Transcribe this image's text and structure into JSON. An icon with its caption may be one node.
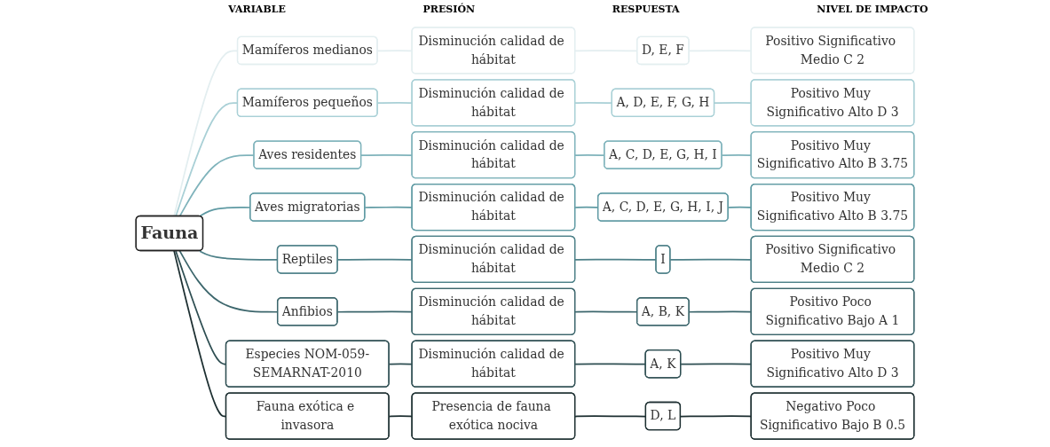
{
  "diagram": {
    "nodes": [
      {
        "text": [
          "Fauna"
        ]
      },
      {
        "text": [
          "Mamíferos medianos"
        ]
      },
      {
        "text": [
          "Disminución calidad de hábitat"
        ]
      },
      {
        "text": [
          "D, E, F"
        ]
      },
      {
        "text": [
          "Positivo Significativo Medio C 2"
        ]
      },
      {
        "text": [
          "Mamíferos pequeños"
        ]
      },
      {
        "text": [
          "Disminución calidad de hábitat"
        ]
      },
      {
        "text": [
          "A, D, E, F, G, H"
        ]
      },
      {
        "text": [
          "Positivo Muy Significativo Alto D 3"
        ]
      },
      {
        "text": [
          "Aves residentes"
        ]
      },
      {
        "text": [
          "Disminución calidad de hábitat"
        ]
      },
      {
        "text": [
          "A, C, D, E, G, H, I"
        ]
      },
      {
        "text": [
          "Positivo Muy Significativo Alto B 3.75"
        ]
      },
      {
        "text": [
          "Aves migratorias"
        ]
      },
      {
        "text": [
          "Disminución calidad de hábitat"
        ]
      },
      {
        "text": [
          "A, C, D, E, G, H, I, J"
        ]
      },
      {
        "text": [
          "Positivo Muy Significativo Alto B 3.75"
        ]
      },
      {
        "text": [
          "Reptiles"
        ]
      },
      {
        "text": [
          "Disminución calidad de hábitat"
        ]
      },
      {
        "text": [
          "I"
        ]
      },
      {
        "text": [
          "Positivo Significativo Medio C 2"
        ]
      },
      {
        "text": [
          "Anfibios"
        ]
      },
      {
        "text": [
          "Disminución calidad de hábitat"
        ]
      },
      {
        "text": [
          "A, B, K"
        ]
      },
      {
        "text": [
          "Positivo Poco Significativo Bajo A 1"
        ]
      },
      {
        "text": [
          "Especies NOM-059-SEMARNAT-2010"
        ]
      },
      {
        "text": [
          "Disminución calidad de hábitat"
        ]
      },
      {
        "text": [
          "A, K"
        ]
      },
      {
        "text": [
          "Positivo Muy Significativo Alto D 3"
        ]
      },
      {
        "text": [
          "Fauna exótica e invasora"
        ]
      },
      {
        "text": [
          "Presencia de fauna exótica nociva"
        ]
      },
      {
        "text": [
          "D, L"
        ]
      },
      {
        "text": [
          "Negativo Poco Significativo Bajo B 0.5"
        ]
      }
    ],
    "edges": [
      {
        "from": 0,
        "to": 1,
        "arrow": "none",
        "color": "#e3eef0"
      },
      {
        "from": 1,
        "to": 2,
        "arrow": "none",
        "color": "#e3eef0"
      },
      {
        "from": 2,
        "to": 3,
        "arrow": "none",
        "color": "#e3eef0"
      },
      {
        "from": 3,
        "to": 4,
        "arrow": "none",
        "color": "#e3eef0"
      },
      {
        "from": 0,
        "to": 5,
        "arrow": "none",
        "color": "#a9d0d6"
      },
      {
        "from": 5,
        "to": 6,
        "arrow": "none",
        "color": "#a9d0d6"
      },
      {
        "from": 6,
        "to": 7,
        "arrow": "none",
        "color": "#a9d0d6"
      },
      {
        "from": 7,
        "to": 8,
        "arrow": "none",
        "color": "#a9d0d6"
      },
      {
        "from": 0,
        "to": 9,
        "arrow": "none",
        "color": "#7fb3bb"
      },
      {
        "from": 9,
        "to": 10,
        "arrow": "none",
        "color": "#7fb3bb"
      },
      {
        "from": 10,
        "to": 11,
        "arrow": "none",
        "color": "#7fb3bb"
      },
      {
        "from": 11,
        "to": 12,
        "arrow": "none",
        "color": "#7fb3bb"
      },
      {
        "from": 0,
        "to": 13,
        "arrow": "none",
        "color": "#5f9aa3"
      },
      {
        "from": 13,
        "to": 14,
        "arrow": "none",
        "color": "#5f9aa3"
      },
      {
        "from": 14,
        "to": 15,
        "arrow": "none",
        "color": "#5f9aa3"
      },
      {
        "from": 15,
        "to": 16,
        "arrow": "none",
        "color": "#5f9aa3"
      },
      {
        "from": 0,
        "to": 17,
        "arrow": "none",
        "color": "#4d8088"
      },
      {
        "from": 17,
        "to": 18,
        "arrow": "none",
        "color": "#4d8088"
      },
      {
        "from": 18,
        "to": 19,
        "arrow": "none",
        "color": "#4d8088"
      },
      {
        "from": 19,
        "to": 20,
        "arrow": "none",
        "color": "#4d8088"
      },
      {
        "from": 0,
        "to": 21,
        "arrow": "none",
        "color": "#3c666c"
      },
      {
        "from": 21,
        "to": 22,
        "arrow": "none",
        "color": "#3c666c"
      },
      {
        "from": 22,
        "to": 23,
        "arrow": "none",
        "color": "#3c666c"
      },
      {
        "from": 23,
        "to": 24,
        "arrow": "none",
        "color": "#3c666c"
      },
      {
        "from": 0,
        "to": 25,
        "arrow": "none",
        "color": "#2e4e52"
      },
      {
        "from": 25,
        "to": 26,
        "arrow": "none",
        "color": "#2e4e52"
      },
      {
        "from": 26,
        "to": 27,
        "arrow": "none",
        "color": "#2e4e52"
      },
      {
        "from": 27,
        "to": 28,
        "arrow": "none",
        "color": "#2e4e52"
      },
      {
        "from": 0,
        "to": 29,
        "arrow": "none",
        "color": "#1d2f31"
      },
      {
        "from": 29,
        "to": 30,
        "arrow": "none",
        "color": "#1d2f31"
      },
      {
        "from": 30,
        "to": 31,
        "arrow": "none",
        "color": "#1d2f31"
      },
      {
        "from": 31,
        "to": 32,
        "arrow": "none",
        "color": "#1d2f31"
      }
    ],
    "labels": [
      "VARIABLE",
      "PRESIÓN",
      "RESPUESTA",
      "NIVEL DE IMPACTO"
    ]
  }
}
